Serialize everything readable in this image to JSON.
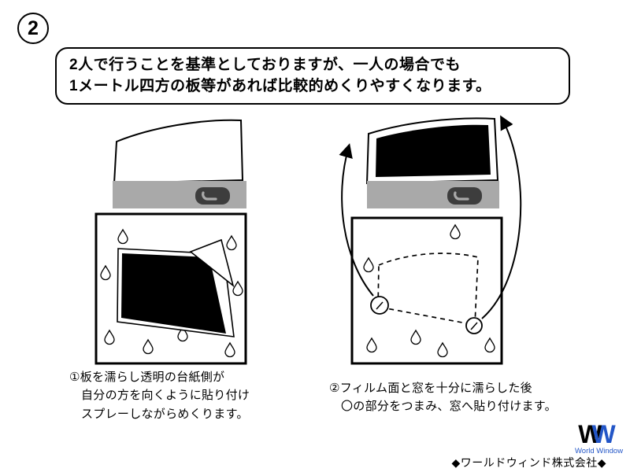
{
  "header": {
    "step_number": "2",
    "note_line1": "2人で行うことを基準としておりますが、一人の場合でも",
    "note_line2": "1メートル四方の板等があれば比較的めくりやすくなります。"
  },
  "captions": {
    "left": {
      "line1": "①板を濡らし透明の台紙側が",
      "line2": "自分の方を向くように貼り付け",
      "line3": "スプレーしながらめくります。"
    },
    "right": {
      "line1": "②フィルム面と窓を十分に濡らした後",
      "line2": "〇の部分をつまみ、窓へ貼り付けます。"
    }
  },
  "footer": {
    "logo_w1": "W",
    "logo_w2": "W",
    "logo_subtitle": "World Window",
    "company": "◆ワールドウィンド株式会社◆"
  },
  "colors": {
    "accent_blue": "#2356c7",
    "base_gray": "#a9a9a9",
    "film_black": "#000000"
  },
  "icons": {
    "sprayer": "sprayer-icon",
    "droplet": "water-droplet-icon",
    "arrow": "curved-arrow-icon"
  }
}
